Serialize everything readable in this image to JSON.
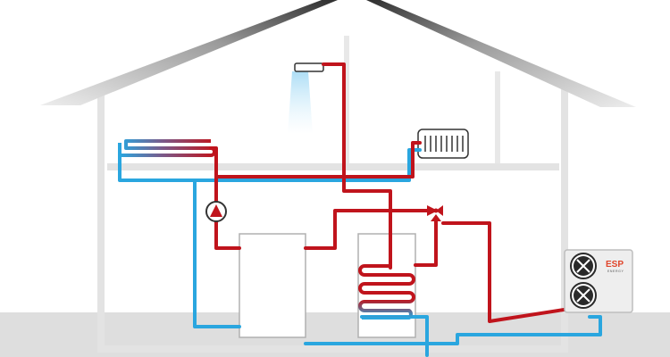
{
  "diagram": {
    "type": "heat-pump-heating-system-schematic",
    "components": {
      "house_outline": "house-cross-section",
      "shower_head": "shower-icon",
      "radiator": "radiator-icon",
      "underfloor_heating": "floor-heating-coil",
      "circulation_pump": "pump-icon",
      "buffer_tank": "buffer-tank",
      "hot_water_tank": "hot-water-cylinder",
      "diverter_valve": "three-way-valve-icon",
      "outdoor_unit": "heat-pump-outdoor-unit"
    },
    "outdoor_unit_brand": {
      "logo": "ESP",
      "sub": "ENERGY"
    }
  },
  "colors": {
    "hot_pipe": "#c0141c",
    "cold_pipe": "#2aa6df",
    "wall": "#e6e6e6",
    "wall_outline": "#cfcfcf",
    "roof_dark": "#3a3a3a",
    "ground": "#dedede",
    "unit_body": "#eeeeee",
    "fan": "#2a2a2a"
  }
}
